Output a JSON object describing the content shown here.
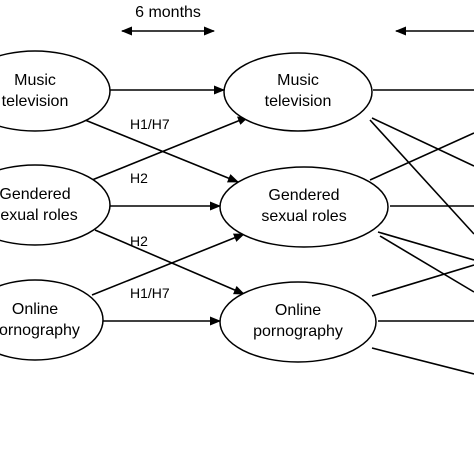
{
  "diagram": {
    "timespan_label": "6 months",
    "wave1": [
      {
        "line1": "Music",
        "line2": "television"
      },
      {
        "line1": "Gendered",
        "line2": "sexual roles"
      },
      {
        "line1": "Online",
        "line2": "pornography"
      }
    ],
    "wave2": [
      {
        "line1": "Music",
        "line2": "television"
      },
      {
        "line1": "Gendered",
        "line2": "sexual roles"
      },
      {
        "line1": "Online",
        "line2": "pornography"
      }
    ],
    "paths": [
      {
        "label": "H1/H7"
      },
      {
        "label": "H2"
      },
      {
        "label": "H2"
      },
      {
        "label": "H1/H7"
      }
    ]
  }
}
